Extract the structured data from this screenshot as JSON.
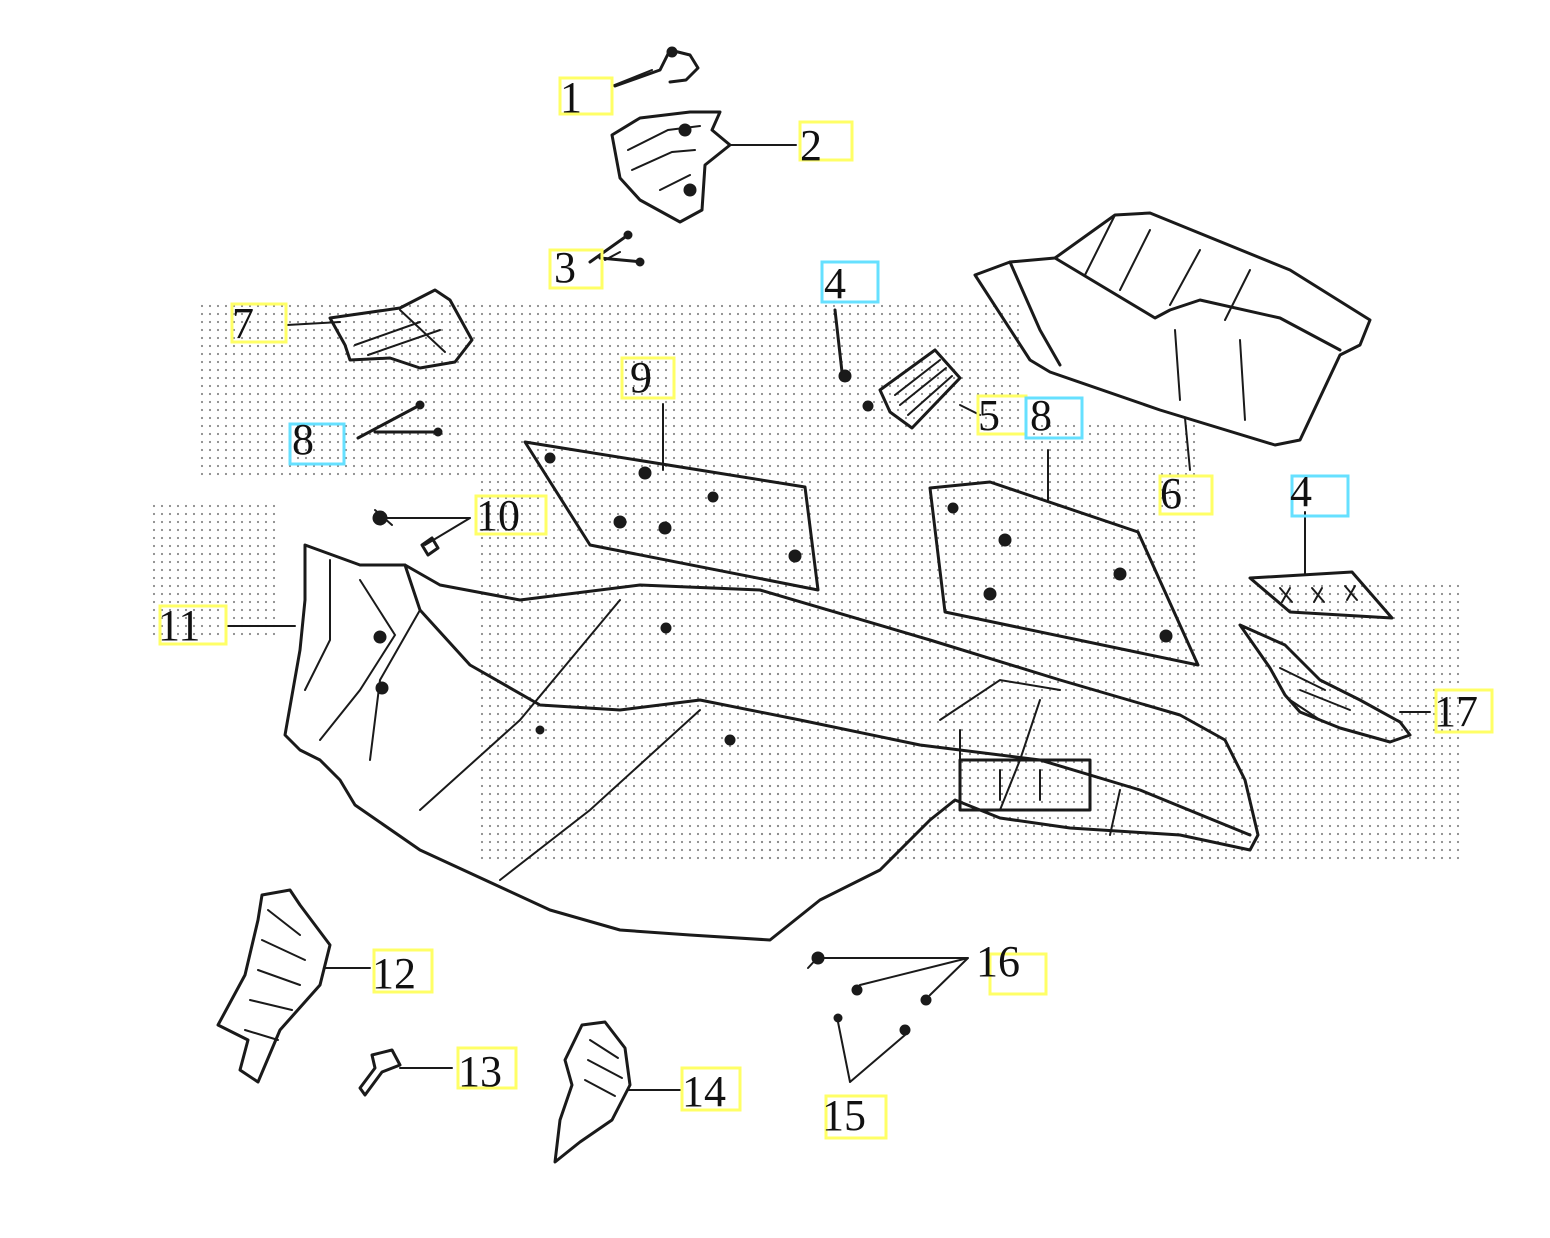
{
  "colors": {
    "line": "#1a1a1a",
    "stipple": "#8a8a8a",
    "label_box_yellow": "#ffff66",
    "label_box_cyan": "#66e0ff",
    "background": "#ffffff"
  },
  "callouts": [
    {
      "id": "c1",
      "text": "1",
      "box": "yellow"
    },
    {
      "id": "c2",
      "text": "2",
      "box": "yellow"
    },
    {
      "id": "c3",
      "text": "3",
      "box": "yellow"
    },
    {
      "id": "c4a",
      "text": "4",
      "box": "cyan"
    },
    {
      "id": "c5",
      "text": "5",
      "box": "yellow"
    },
    {
      "id": "c6",
      "text": "6",
      "box": "yellow"
    },
    {
      "id": "c4b",
      "text": "4",
      "box": "cyan"
    },
    {
      "id": "c7",
      "text": "7",
      "box": "yellow"
    },
    {
      "id": "c8a",
      "text": "8",
      "box": "cyan"
    },
    {
      "id": "c8b",
      "text": "8",
      "box": "cyan"
    },
    {
      "id": "c9",
      "text": "9",
      "box": "yellow"
    },
    {
      "id": "c10",
      "text": "10",
      "box": "yellow"
    },
    {
      "id": "c11",
      "text": "11",
      "box": "yellow"
    },
    {
      "id": "c12",
      "text": "12",
      "box": "yellow"
    },
    {
      "id": "c13",
      "text": "13",
      "box": "yellow"
    },
    {
      "id": "c14",
      "text": "14",
      "box": "yellow"
    },
    {
      "id": "c15",
      "text": "15",
      "box": "yellow"
    },
    {
      "id": "c16",
      "text": "16",
      "box": "yellow"
    },
    {
      "id": "c17",
      "text": "17",
      "box": "yellow"
    }
  ]
}
